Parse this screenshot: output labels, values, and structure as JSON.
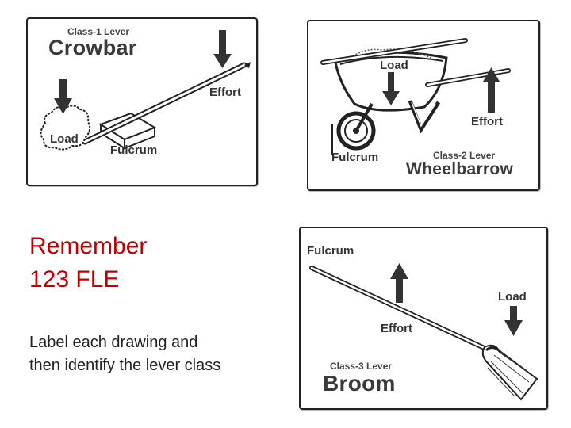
{
  "panels": {
    "crowbar": {
      "class_label": "Class-1 Lever",
      "title": "Crowbar",
      "labels": {
        "effort": "Effort",
        "load": "Load",
        "fulcrum": "Fulcrum"
      }
    },
    "wheelbarrow": {
      "class_label": "Class-2 Lever",
      "title": "Wheelbarrow",
      "labels": {
        "load": "Load",
        "effort": "Effort",
        "fulcrum": "Fulcrum"
      }
    },
    "broom": {
      "class_label": "Class-3 Lever",
      "title": "Broom",
      "labels": {
        "fulcrum": "Fulcrum",
        "load": "Load",
        "effort": "Effort"
      }
    }
  },
  "notes": {
    "remember_line1": "Remember",
    "remember_line2": "123 FLE",
    "instructions": "Label each drawing and then identify the lever class"
  },
  "colors": {
    "accent_red": "#c00000",
    "ink": "#333333"
  }
}
